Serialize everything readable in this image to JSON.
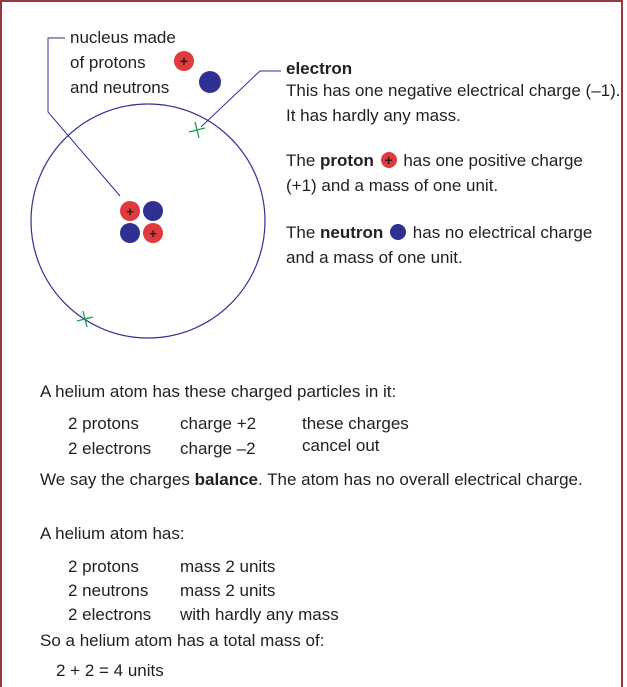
{
  "diagram": {
    "nucleus_label_line1": "nucleus made",
    "nucleus_label_line2": "of protons",
    "nucleus_label_line3": "and neutrons",
    "proton_sign": "+",
    "colors": {
      "proton": "#e03a3e",
      "neutron": "#2e3192",
      "electron": "#1a9e45",
      "frame": "#9b3540"
    }
  },
  "legend": {
    "electron_title": "electron",
    "electron_line1": "This has one negative electrical charge (–1).",
    "electron_line2": "It has hardly any mass.",
    "proton_prefix": "The",
    "proton_term": "proton",
    "proton_line1_suffix": "has one positive charge",
    "proton_line2": "(+1) and a mass of one unit.",
    "neutron_prefix": "The",
    "neutron_term": "neutron",
    "neutron_line1_suffix": "has no electrical charge",
    "neutron_line2": "and a mass of one unit."
  },
  "charges": {
    "intro": "A helium atom has these charged particles in it:",
    "rows": [
      {
        "particle": "2 protons",
        "charge": "charge +2"
      },
      {
        "particle": "2 electrons",
        "charge": "charge –2"
      }
    ],
    "note_line1": "these charges",
    "note_line2": "cancel out",
    "balance_prefix": "We say the charges",
    "balance_term": "balance",
    "balance_suffix": ". The atom has no overall electrical charge."
  },
  "mass": {
    "intro": "A helium atom has:",
    "rows": [
      {
        "particle": "2 protons",
        "mass": "mass 2 units"
      },
      {
        "particle": "2 neutrons",
        "mass": "mass 2 units"
      },
      {
        "particle": "2 electrons",
        "mass": "with hardly any mass"
      }
    ],
    "total_intro": "So a helium atom has a total mass of:",
    "total": "2 + 2 = 4 units"
  }
}
